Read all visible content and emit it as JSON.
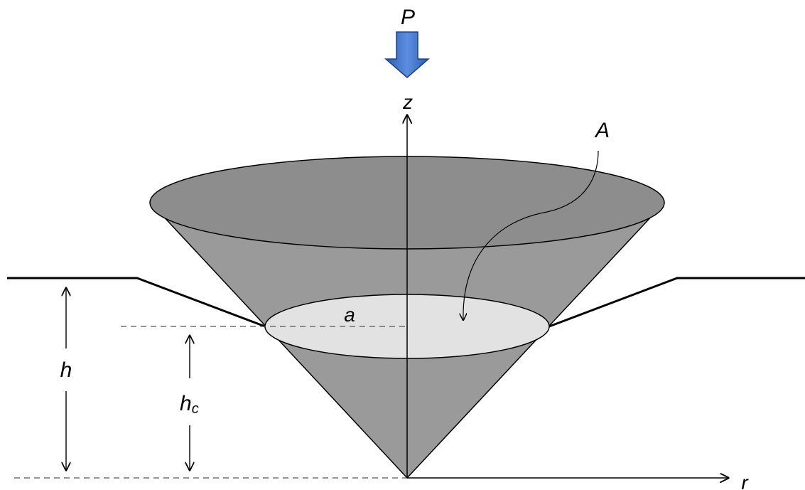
{
  "labels": {
    "load": "P",
    "z_axis": "z",
    "r_axis": "r",
    "contact_area": "A",
    "contact_radius": "a",
    "total_depth": "h",
    "contact_depth_main": "h",
    "contact_depth_sub": "c"
  },
  "colors": {
    "cone_fill": "#9b9b9b",
    "cone_top_fill": "#8e8e8e",
    "contact_area_fill": "#e3e3e3",
    "arrow_fill": "#3f6fc6",
    "arrow_stroke": "#1e3f8a",
    "line": "#000000",
    "dashed": "#555555"
  },
  "icons": {
    "load_arrow": "down-arrow-icon"
  }
}
